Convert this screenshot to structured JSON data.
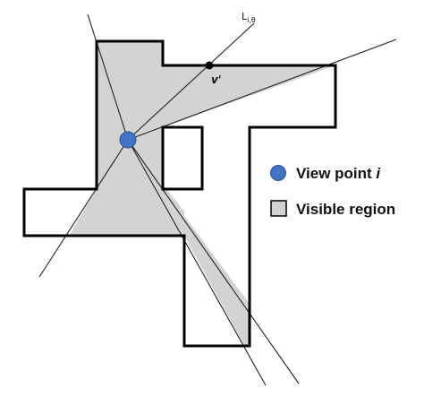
{
  "labels": {
    "ray": "L",
    "ray_subscript": "i,θ",
    "intersection_point": "v'"
  },
  "legend": {
    "viewpoint_label": "View point ",
    "viewpoint_index": "i",
    "visible_region_label": "Visible region"
  },
  "colors": {
    "viewpoint_fill": "#4472c4",
    "viewpoint_stroke": "#2f528f",
    "visible_region_fill": "#d3d3d3",
    "outline": "#000000",
    "ray": "#222222"
  }
}
